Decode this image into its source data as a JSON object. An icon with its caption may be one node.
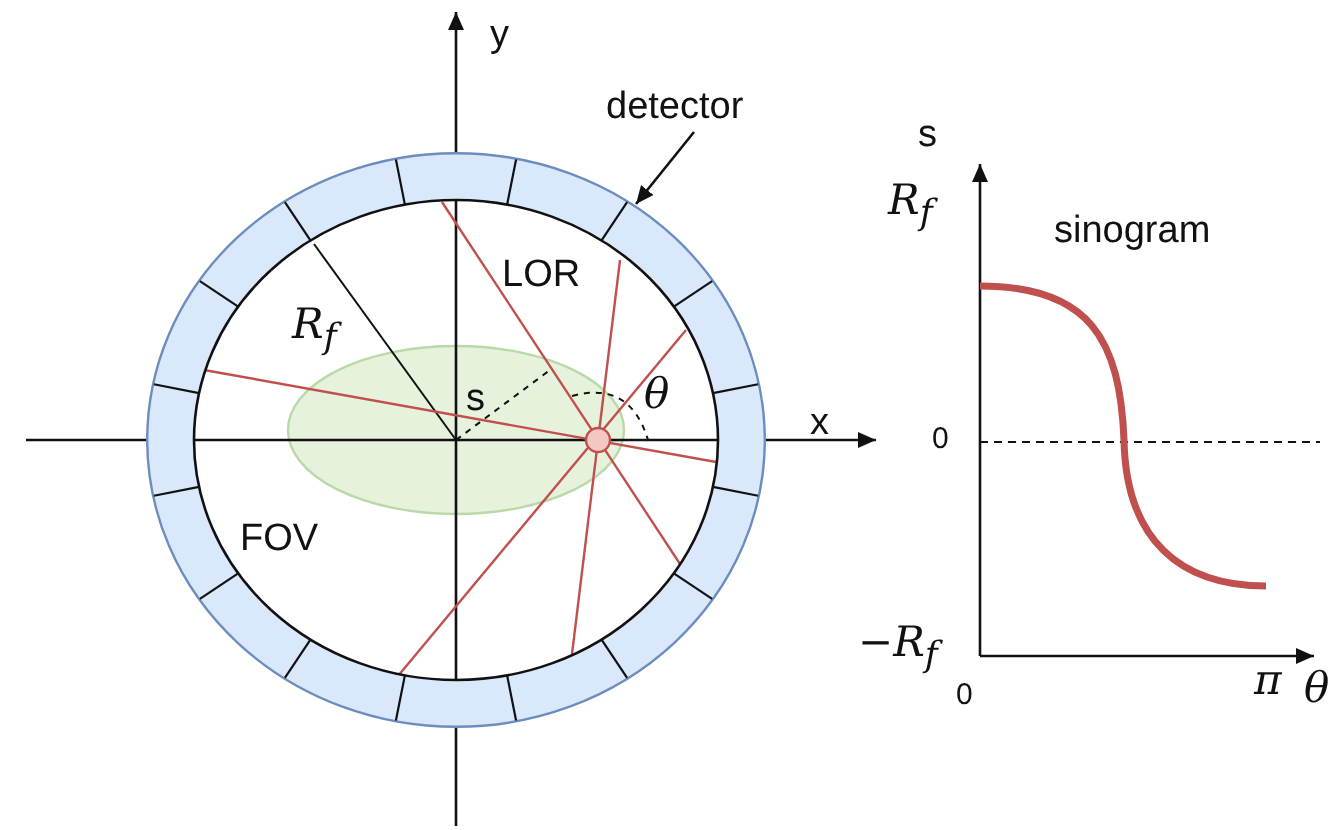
{
  "diagram": {
    "nodes": [
      {
        "text": [
          "detector"
        ]
      },
      {
        "text": [],
        "shape": "ring"
      }
    ],
    "edges": [
      {
        "from": 0,
        "to": 1,
        "arrow": "to"
      }
    ],
    "labels": [
      "y",
      "LOR",
      "R$_{f}$",
      "s",
      "θ",
      "x",
      "FOV",
      "s",
      "R$_{f}$",
      "sinogram",
      "0",
      "−R$_{f}$",
      "0",
      "π",
      "θ"
    ]
  }
}
